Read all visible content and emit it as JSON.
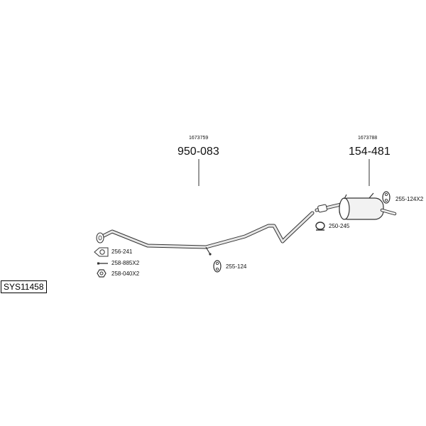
{
  "system_code": "SYS11458",
  "parts": {
    "front_pipe": {
      "sub_code": "1673759",
      "code": "950-083"
    },
    "rear_muffler": {
      "sub_code": "1673788",
      "code": "154-481"
    }
  },
  "accessories": {
    "gasket": "256-241",
    "bolt": "258-885X2",
    "nut": "258-040X2",
    "hanger_front": "255-124",
    "hanger_rear": "255-124X2",
    "clamp": "250-245"
  },
  "colors": {
    "line": "#333333",
    "fill": "#e6e6e6",
    "text": "#111111"
  }
}
